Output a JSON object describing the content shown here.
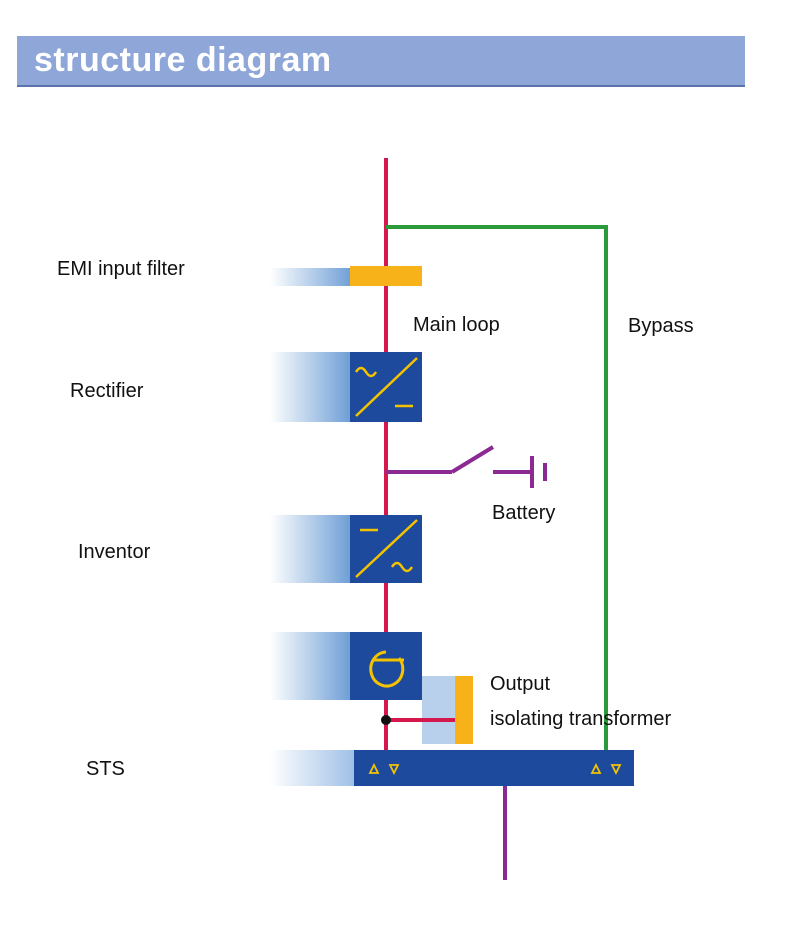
{
  "header": {
    "title": "structure diagram"
  },
  "labels": {
    "emi": "EMI input filter",
    "main_loop": "Main loop",
    "bypass": "Bypass",
    "rectifier": "Rectifier",
    "battery": "Battery",
    "inverter": "Inventor",
    "output_line1": "Output",
    "output_line2": "isolating transformer",
    "sts": "STS"
  },
  "colors": {
    "main_line": "#d4184e",
    "bypass_line": "#2b9a3a",
    "battery_line": "#8a2a92",
    "block_fill": "#1d4a9c",
    "symbol": "#f4c300",
    "transformer_bar": "#f7b21a",
    "header_bg": "#8fa6d8"
  }
}
